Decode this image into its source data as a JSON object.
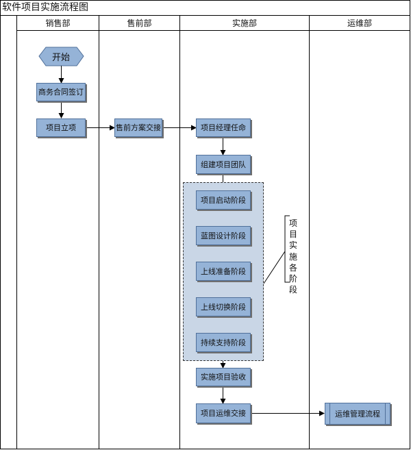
{
  "title": "软件项目实施流程图",
  "lanes": [
    "销售部",
    "售前部",
    "实施部",
    "运维部"
  ],
  "start": {
    "label": "开始"
  },
  "nodes": {
    "contract": "商务合同签订",
    "project_setup": "项目立项",
    "presales_handover": "售前方案交接",
    "pm_appointment": "项目经理任命",
    "team_build": "组建项目团队",
    "kickoff": "项目启动阶段",
    "blueprint": "蓝图设计阶段",
    "golive_prep": "上线准备阶段",
    "golive_switch": "上线切换阶段",
    "support": "持续支持阶段",
    "acceptance": "实施项目验收",
    "ops_handover": "项目运维交接",
    "ops_process": "运维管理流程"
  },
  "group_label": [
    "项",
    "目",
    "实",
    "施",
    "各",
    "阶",
    "段"
  ],
  "colors": {
    "node_fill": "#95b3d7",
    "node_border": "#4f6f99",
    "group_fill": "#c9d6e6",
    "line": "#000000"
  }
}
